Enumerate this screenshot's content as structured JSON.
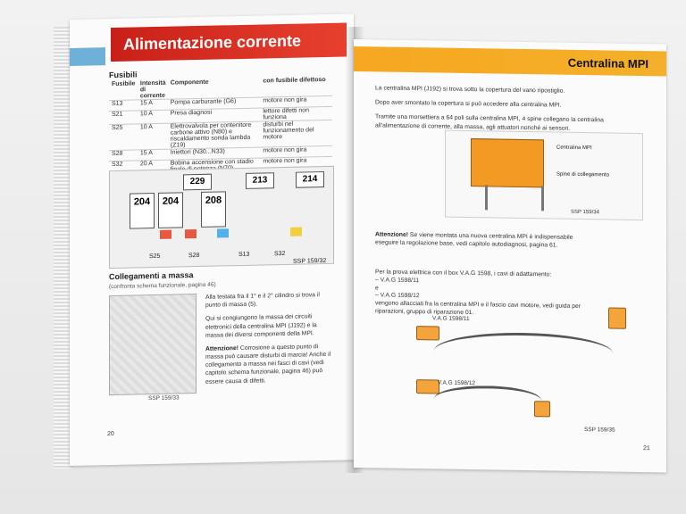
{
  "left_page": {
    "title": "Alimentazione corrente",
    "section_title": "Fusibili",
    "table": {
      "headers": [
        "Fusibile",
        "Intensità di corrente",
        "Componente",
        "con fusibile difettoso"
      ],
      "rows": [
        [
          "S13",
          "15 A",
          "Pompa carburante (G6)",
          "motore non gira"
        ],
        [
          "S21",
          "10 A",
          "Presa diagnosi",
          "lettore difetti non funziona"
        ],
        [
          "S25",
          "10 A",
          "Elettrovalvola per contenitore carbone attivo (N80) e riscaldamento sonda lambda (Z19)",
          "disturbi nel funzionamento del motore"
        ],
        [
          "S28",
          "15 A",
          "Iniettori (N30...N33)",
          "motore non gira"
        ],
        [
          "S32",
          "20 A",
          "Bobina accensione con stadio finale di potenza (N70)",
          "motore non gira"
        ]
      ]
    },
    "fuse_labels": [
      "204",
      "204",
      "229",
      "208",
      "213",
      "214"
    ],
    "fuse_callouts": [
      "S25",
      "S28",
      "S13",
      "S32",
      "SSP 159/32"
    ],
    "subsection_title": "Collegamenti a massa",
    "subsection_note": "(confronta schema funzionale, pagina 46)",
    "body_lines": [
      "Alla testata fra il 1° e il 2° cilindro si trova il punto di massa (5).",
      "Qui si congiungono la massa dei circuiti elettronici della centralina MPI (J192) e la massa dei diversi componenti della MPI."
    ],
    "warning_label": "Attenzione!",
    "warning_text": "Corrosione a questo punto di massa può causare disturbi di marcia! Anche il collegamento a massa nei fasci di cavi (vedi capitolo schema funzionale, pagina 46) può essere causa di difetti.",
    "figure_caption": "SSP 159/33",
    "page_number": "20"
  },
  "right_page": {
    "title": "Centralina MPI",
    "intro": [
      "La centralina MPI (J192) si trova sotto la copertura del vano ripostiglio.",
      "Dopo aver smontato la copertura si può accedere alla centralina MPI.",
      "Tramite una morsettiera a 64 poli sulla centralina MPI, 4 spine collegano la centralina all'alimentazione di corrente, alla massa, agli attuatori nonché ai sensori."
    ],
    "figure_labels": [
      "Centralina MPI",
      "Spine di collegamento"
    ],
    "figure_ref": "SSP 159/34",
    "attention_label": "Attenzione!",
    "attention_text": "Se viene montata una nuova centralina MPI è indispensabile eseguire la regolazione base, vedi capitolo autodiagnosi, pagina 61.",
    "test_text": [
      "Per la prova elettrica con il box V.A.G 1598, i cavi di adattamento:",
      "– V.A.G 1598/11",
      "e",
      "– V.A.G 1598/12",
      "vengono allacciati fra la centralina MPI e il fascio cavi motore, vedi guida per riparazioni, gruppo di riparazione 01."
    ],
    "cable_labels": [
      "V.A.G 1598/11",
      "V.A.G 1598/12"
    ],
    "bottom_ref": "SSP 159/35",
    "page_number": "21"
  }
}
